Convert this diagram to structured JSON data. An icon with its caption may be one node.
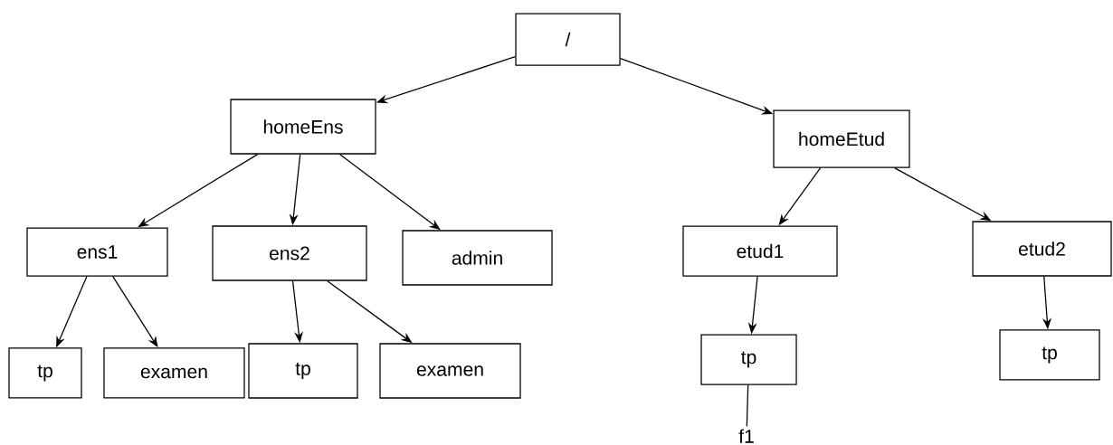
{
  "diagram": {
    "nodes": [
      {
        "text": [
          "/"
        ]
      },
      {
        "text": [
          "homeEns"
        ]
      },
      {
        "text": [
          "homeEtud"
        ]
      },
      {
        "text": [
          "ens1"
        ]
      },
      {
        "text": [
          "ens2"
        ]
      },
      {
        "text": [
          "admin"
        ]
      },
      {
        "text": [
          "etud1"
        ]
      },
      {
        "text": [
          "etud2"
        ]
      },
      {
        "text": [
          "tp"
        ]
      },
      {
        "text": [
          "examen"
        ]
      },
      {
        "text": [
          "tp"
        ]
      },
      {
        "text": [
          "examen"
        ]
      },
      {
        "text": [
          "tp"
        ]
      },
      {
        "text": [
          "tp"
        ]
      },
      {
        "text": [
          "f1"
        ]
      }
    ],
    "edges": [
      {
        "from": 0,
        "to": 1,
        "arrow": "to"
      },
      {
        "from": 0,
        "to": 2,
        "arrow": "to"
      },
      {
        "from": 1,
        "to": 3,
        "arrow": "to"
      },
      {
        "from": 1,
        "to": 4,
        "arrow": "to"
      },
      {
        "from": 1,
        "to": 5,
        "arrow": "to"
      },
      {
        "from": 2,
        "to": 6,
        "arrow": "to"
      },
      {
        "from": 2,
        "to": 7,
        "arrow": "to"
      },
      {
        "from": 3,
        "to": 8,
        "arrow": "to"
      },
      {
        "from": 3,
        "to": 9,
        "arrow": "to"
      },
      {
        "from": 4,
        "to": 10,
        "arrow": "to"
      },
      {
        "from": 4,
        "to": 11,
        "arrow": "to"
      },
      {
        "from": 6,
        "to": 12,
        "arrow": "to"
      },
      {
        "from": 7,
        "to": 13,
        "arrow": "to"
      },
      {
        "from": 12,
        "to": 14,
        "arrow": "none"
      }
    ]
  }
}
